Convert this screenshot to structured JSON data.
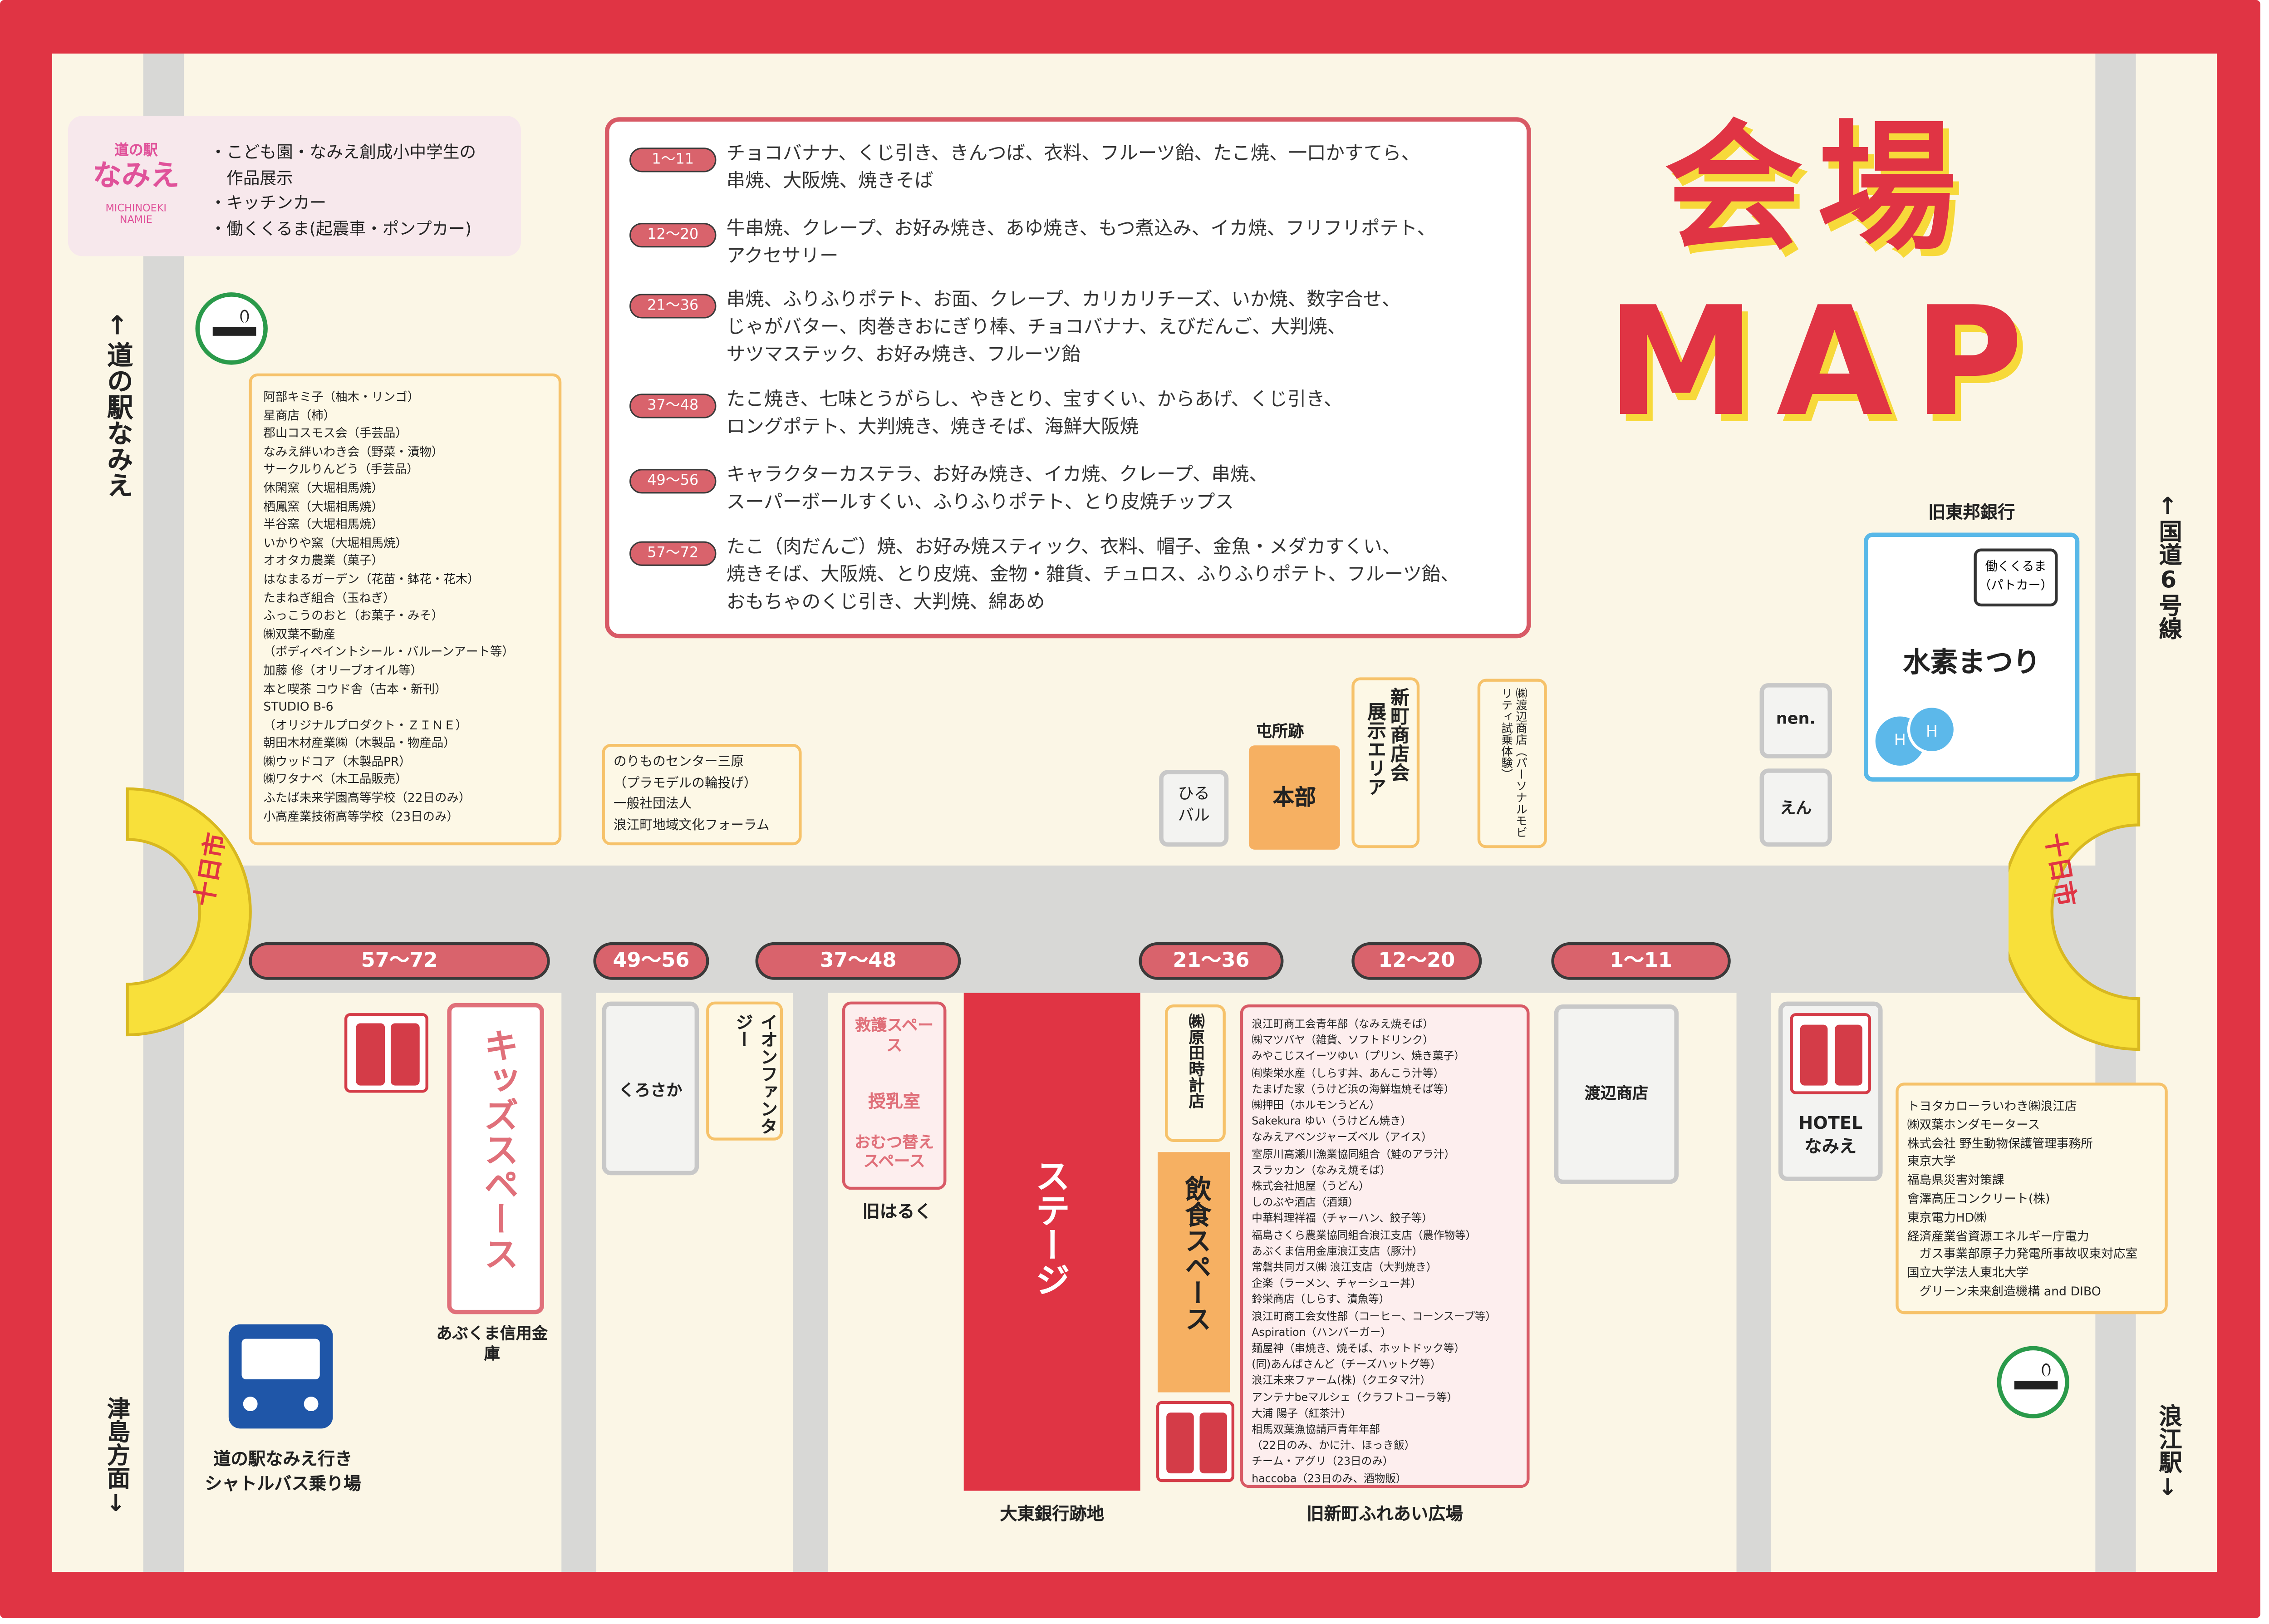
{
  "title": {
    "line1": "会場",
    "line2": "MAP"
  },
  "logo": {
    "top": "道の駅",
    "main": "なみえ",
    "sub1": "MICHINOEKI",
    "sub2": "NAMIE"
  },
  "top_notes": [
    "・こども園・なみえ創成小中学生の",
    "　作品展示",
    "・キッチンカー",
    "・働くくるま(起震車・ポンプカー)"
  ],
  "legend": [
    {
      "range": "1〜11",
      "lines": [
        "チョコバナナ、くじ引き、きんつば、衣料、フルーツ飴、たこ焼、一口かすてら、",
        "串焼、大阪焼、焼きそば"
      ]
    },
    {
      "range": "12〜20",
      "lines": [
        "牛串焼、クレープ、お好み焼き、あゆ焼き、もつ煮込み、イカ焼、フリフリポテト、",
        "アクセサリー"
      ]
    },
    {
      "range": "21〜36",
      "lines": [
        "串焼、ふりふりポテト、お面、クレープ、カリカリチーズ、いか焼、数字合せ、",
        "じゃがバター、肉巻きおにぎり棒、チョコバナナ、えびだんご、大判焼、",
        "サツマステック、お好み焼き、フルーツ飴"
      ]
    },
    {
      "range": "37〜48",
      "lines": [
        "たこ焼き、七味とうがらし、やきとり、宝すくい、からあげ、くじ引き、",
        "ロングポテト、大判焼き、焼きそば、海鮮大阪焼"
      ]
    },
    {
      "range": "49〜56",
      "lines": [
        "キャラクターカステラ、お好み焼き、イカ焼、クレープ、串焼、",
        "スーパーボールすくい、ふりふりポテト、とり皮焼チップス"
      ]
    },
    {
      "range": "57〜72",
      "lines": [
        "たこ（肉だんご）焼、お好み焼スティック、衣料、帽子、金魚・メダカすくい、",
        "焼きそば、大阪焼、とり皮焼、金物・雑貨、チュロス、ふりふりポテト、フルーツ飴、",
        "おもちゃのくじ引き、大判焼、綿あめ"
      ]
    }
  ],
  "left_list": [
    "阿部キミ子（柚木・リンゴ）",
    "星商店（柿）",
    "郡山コスモス会（手芸品）",
    "なみえ絆いわき会（野菜・漬物）",
    "サークルりんどう（手芸品）",
    "休閑窯（大堀相馬焼）",
    "栖鳳窯（大堀相馬焼）",
    "半谷窯（大堀相馬焼）",
    "いかりや窯（大堀相馬焼）",
    "オオタカ農業（菓子）",
    "はなまるガーデン（花苗・鉢花・花木）",
    "たまねぎ組合（玉ねぎ）",
    "ふっこうのおと（お菓子・みそ）",
    "㈱双葉不動産",
    "（ボディペイントシール・バルーンアート等）",
    "加藤 修（オリーブオイル等）",
    "本と喫茶 コウド舎（古本・新刊）",
    "STUDIO B-6",
    "（オリジナルプロダクト・ＺＩＮＥ）",
    "朝田木材産業㈱（木製品・物産品）",
    "㈱ウッドコア（木製品PR）",
    "㈱ワタナベ（木工品販売）",
    "ふたば未来学園高等学校（22日のみ）",
    "小高産業技術高等学校（23日のみ）"
  ],
  "center_list": [
    "浪江町商工会青年部（なみえ焼そば）",
    "㈱マツバヤ（雑貨、ソフトドリンク）",
    "みやこじスイーツゆい（プリン、焼き菓子）",
    "㈲柴栄水産（しらす丼、あんこう汁等）",
    "たまげた家（うけど浜の海鮮塩焼そば等）",
    "㈱押田（ホルモンうどん）",
    "Sakekura ゆい（うけどん焼き）",
    "なみえアベンジャーズベル（アイス）",
    "室原川高瀬川漁業協同組合（鮭のアラ汁）",
    "スラッカン（なみえ焼そば）",
    "株式会社旭屋（うどん）",
    "しのぶや酒店（酒類）",
    "中華料理祥福（チャーハン、餃子等）",
    "福島さくら農業協同組合浪江支店（農作物等）",
    "あぶくま信用金庫浪江支店（豚汁）",
    "常磐共同ガス㈱ 浪江支店（大判焼き）",
    "企楽（ラーメン、チャーシュー丼）",
    "鈴栄商店（しらす、漬魚等）",
    "浪江町商工会女性部（コーヒー、コーンスープ等）",
    "Aspiration（ハンバーガー）",
    "麺屋神（串焼き、焼そば、ホットドック等）",
    "(同)あんばさんど（チーズハットグ等）",
    "浪江未来ファーム(株)（クエタマ汁）",
    "アンテナbeマルシェ（クラフトコーラ等）",
    "大浦 陽子（紅茶汁）",
    "相馬双葉漁協請戸青年年部",
    "（22日のみ、かに汁、ほっき飯）",
    "チーム・アグリ（23日のみ）",
    "haccoba（23日のみ、酒物販）"
  ],
  "right_list": [
    "トヨタカローラいわき㈱浪江店",
    "㈱双葉ホンダモータース",
    "株式会社 野生動物保護管理事務所",
    "東京大学",
    "福島県災害対策課",
    "會澤高圧コンクリート(株)",
    "東京電力HD㈱",
    "経済産業省資源エネルギー庁電力",
    "　ガス事業部原子力発電所事故収束対応室",
    "国立大学法人東北大学",
    "　グリーン未来創造機構 and DIBO"
  ],
  "stalls": {
    "s57": "57〜72",
    "s49": "49〜56",
    "s37": "37〜48",
    "s21": "21〜36",
    "s12": "12〜20",
    "s1": "1〜11"
  },
  "places": {
    "norimono": [
      "のりものセンター三原",
      "（プラモデルの輪投げ）",
      "一般社団法人",
      "浪江町地域文化フォーラム"
    ],
    "hirubaru": "ひるバル",
    "tonsho": "屯所跡",
    "honbu": "本部",
    "tenji": "展示エリア",
    "shinmachi": "新町商店会",
    "watanabe_pb": "㈱渡辺商店（パーソナルモビリティ試乗体験）",
    "nen": "nen.",
    "en": "えん",
    "kyutoho": "旧東邦銀行",
    "hataraku_patrol": "働くくるま（パトカー）",
    "suiso": "水素まつり",
    "kids": "キッズスペース",
    "abukuma": "あぶくま信用金庫",
    "kurosaka": "くろさか",
    "aeon": "イオンファンタジー",
    "kyugo": "救護スペース",
    "junyu": "授乳室",
    "omutsu": "おむつ替えスペース",
    "kyuharuku": "旧はるく",
    "stage": "ステージ",
    "daito": "大東銀行跡地",
    "harada": "㈱原田時計店",
    "inshoku": "飲食スペース",
    "furea": "旧新町ふれあい広場",
    "watanabe": "渡辺商店",
    "hotel1": "HOTEL",
    "hotel2": "なみえ",
    "bus1": "道の駅なみえ行き",
    "bus2": "シャトルバス乗り場",
    "left_top": "道の駅なみえ",
    "left_bottom": "津島方面",
    "right_top": "国道6号線",
    "right_bottom": "浪江駅",
    "ichi": "十日市",
    "h_label": "H"
  }
}
